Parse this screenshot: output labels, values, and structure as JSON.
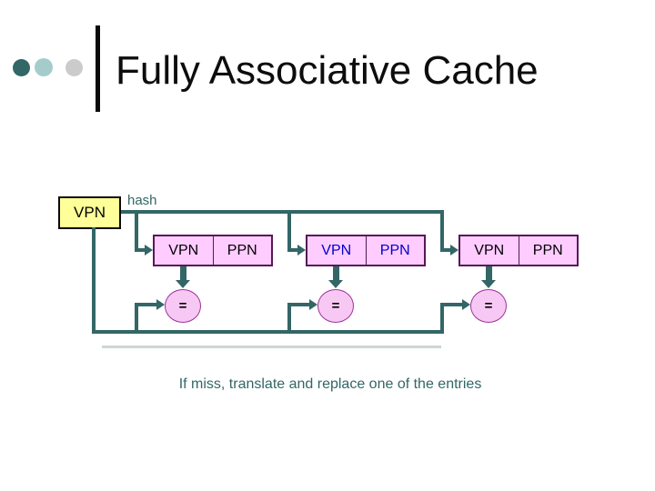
{
  "slide": {
    "title": "Fully Associative Cache",
    "caption": "If miss, translate and replace one of the entries"
  },
  "diagram": {
    "input_box_label": "VPN",
    "hash_label": "hash",
    "entries": [
      {
        "vpn": "VPN",
        "ppn": "PPN",
        "comparator": "=",
        "label_style": "color:#000000"
      },
      {
        "vpn": "VPN",
        "ppn": "PPN",
        "comparator": "=",
        "label_style": "color:#0000cc"
      },
      {
        "vpn": "VPN",
        "ppn": "PPN",
        "comparator": "=",
        "label_style": "color:#000000"
      }
    ]
  },
  "colors": {
    "connector_teal": "#336666",
    "input_box_fill": "#ffff99",
    "entry_box_fill": "#ffccff",
    "entry_box_border": "#551a55",
    "comparator_fill": "#f8c8f4",
    "comparator_border": "#993399",
    "highlighted_entry_text": "#0000cc",
    "caption_text": "#336666",
    "bullet_dark_teal": "#336666",
    "bullet_light_teal": "#a5cccc",
    "bullet_gray": "#cbcbcb"
  }
}
